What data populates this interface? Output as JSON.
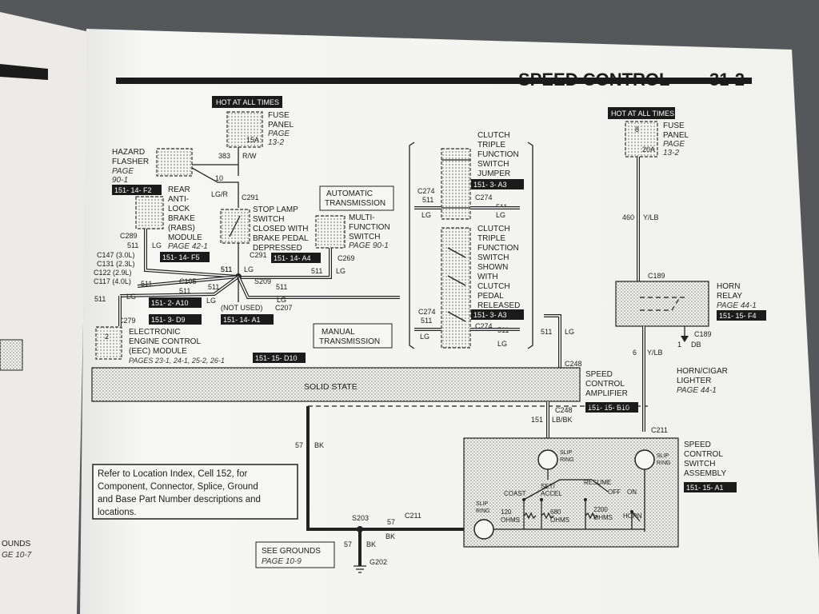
{
  "header": {
    "title": "SPEED CONTROL",
    "page": "31-2"
  },
  "left_page": {
    "line1": "OUNDS",
    "line2": "GE 10-7"
  },
  "fuse_left": {
    "hot": "HOT AT ALL TIMES",
    "title1": "FUSE",
    "title2": "PANEL",
    "page1": "PAGE",
    "page2": "13-2",
    "amp": "15A",
    "wire": "383",
    "color": "R/W"
  },
  "fuse_right": {
    "hot": "HOT AT ALL TIMES",
    "title1": "FUSE",
    "title2": "PANEL",
    "page1": "PAGE",
    "page2": "13-2",
    "num": "8",
    "amp": "20A",
    "wire": "460",
    "color": "Y/LB"
  },
  "hazard": {
    "l1": "HAZARD",
    "l2": "FLASHER",
    "page": "PAGE",
    "ref": "90-1",
    "code": "151-  14-  F2",
    "wire": "10",
    "color": "LG/R",
    "conn": "C291"
  },
  "rabs": {
    "l1": "REAR",
    "l2": "ANTI-",
    "l3": "LOCK",
    "l4": "BRAKE",
    "l5": "(RABS)",
    "l6": "MODULE",
    "page": "PAGE 42-1",
    "code": "151-  14-  F5",
    "conn": "C289",
    "wire": "511",
    "color": "LG"
  },
  "stop_lamp": {
    "l1": "STOP LAMP",
    "l2": "SWITCH",
    "l3": "CLOSED WITH",
    "l4": "BRAKE PEDAL",
    "l5": "DEPRESSED",
    "conn": "C291",
    "code": "151-  14-  A4",
    "wire": "511",
    "color": "LG"
  },
  "auto_trans": {
    "l1": "AUTOMATIC",
    "l2": "TRANSMISSION"
  },
  "multi": {
    "l1": "MULTI-",
    "l2": "FUNCTION",
    "l3": "SWITCH",
    "page": "PAGE 90-1",
    "conn": "C269",
    "wire": "511",
    "color": "LG"
  },
  "manual_trans": {
    "l1": "MANUAL",
    "l2": "TRANSMISSION"
  },
  "clutch_jumper": {
    "l1": "CLUTCH",
    "l2": "TRIPLE",
    "l3": "FUNCTION",
    "l4": "SWITCH",
    "l5": "JUMPER",
    "code": "151-  3-  A3",
    "c1": "C274",
    "c2": "C274",
    "w1": "511",
    "w2": "511",
    "col1": "LG",
    "col2": "LG"
  },
  "clutch_switch": {
    "l1": "CLUTCH",
    "l2": "TRIPLE",
    "l3": "FUNCTION",
    "l4": "SWITCH",
    "l5": "SHOWN",
    "l6": "WITH",
    "l7": "CLUTCH",
    "l8": "PEDAL",
    "l9": "RELEASED",
    "code": "151-  3-  A3",
    "c1": "C274",
    "c2": "C274",
    "w1": "511",
    "w2": "511",
    "col1": "LG",
    "col2": "LG",
    "w3": "511",
    "col3": "LG"
  },
  "splice": {
    "c147": "C147 (3.0L)",
    "c131": "C131 (2.3L)",
    "c122": "C122 (2.9L)",
    "c117": "C117 (4.0L)",
    "w1": "511",
    "w2": "511",
    "w3": "511",
    "w4": "511",
    "w5": "511",
    "c105": "C105",
    "s209": "S209",
    "notused": "(NOT USED)",
    "c207": "C207",
    "lg1": "LG",
    "lg2": "LG",
    "lg3": "LG",
    "lg4": "LG",
    "code1": "151-  2-  A10",
    "code2": "151-  3-  D9",
    "code3": "151-  14-  A1",
    "c279": "C279"
  },
  "eec": {
    "l1": "ELECTRONIC",
    "l2": "ENGINE CONTROL",
    "l3": "(EEC) MODULE",
    "pages": "PAGES 23-1, 24-1, 25-2, 26-1",
    "code": "151-  15-  D10",
    "num": "2"
  },
  "amplifier": {
    "solid": "SOLID STATE",
    "conn": "C248",
    "l1": "SPEED",
    "l2": "CONTROL",
    "l3": "AMPLIFIER",
    "code": "151-  15-  B10",
    "conn2": "C248",
    "wire": "151",
    "color": "LB/BK"
  },
  "horn_relay": {
    "conn": "C189",
    "l1": "HORN",
    "l2": "RELAY",
    "page": "PAGE 44-1",
    "code": "151-  15-  F4",
    "conn2": "C189",
    "w1": "1",
    "col1": "DB",
    "w2": "6",
    "col2": "Y/LB"
  },
  "horn_lighter": {
    "l1": "HORN/CIGAR",
    "l2": "LIGHTER",
    "page": "PAGE 44-1"
  },
  "speed_switch": {
    "conn": "C211",
    "l1": "SPEED",
    "l2": "CONTROL",
    "l3": "SWITCH",
    "l4": "ASSEMBLY",
    "code": "151-  15-  A1",
    "slip1": "SLIP",
    "ring1": "RING",
    "slip2": "SLIP",
    "ring2": "RING",
    "slip3": "SLIP",
    "ring3": "RING",
    "coast": "COAST",
    "set": "SET/",
    "accel": "ACCEL",
    "resume": "RESUME",
    "off": "OFF",
    "on": "ON",
    "r1": "120",
    "r1u": "OHMS",
    "r2": "680",
    "r2u": "OHMS",
    "r3": "2200",
    "r3u": "OHMS",
    "horn": "HORN"
  },
  "ground": {
    "w1": "57",
    "col1": "BK",
    "s203": "S203",
    "w2": "57",
    "col2": "BK",
    "c211": "C211",
    "w3": "57",
    "col3": "BK",
    "g202": "G202",
    "see1": "SEE GROUNDS",
    "see2": "PAGE 10-9"
  },
  "note": {
    "l1": "Refer to Location Index, Cell 152, for",
    "l2": "Component, Connector, Splice, Ground",
    "l3": "and Base Part Number descriptions and",
    "l4": "locations."
  }
}
